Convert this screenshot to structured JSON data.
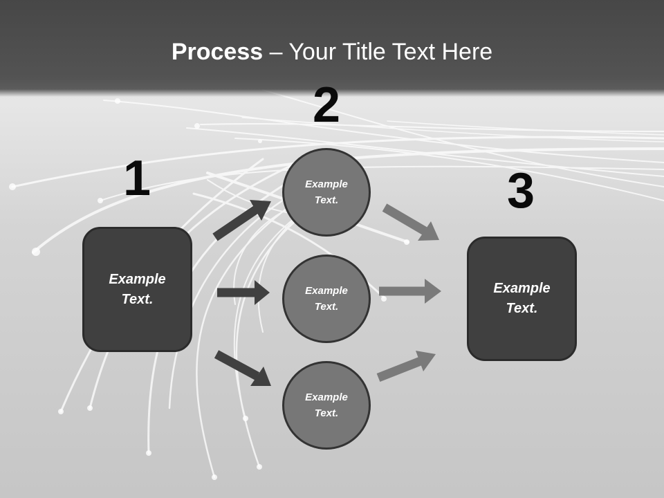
{
  "title": {
    "bold": "Process",
    "rest": " – Your Title Text Here"
  },
  "steps": {
    "one": {
      "number": "1",
      "label": "Example\nText."
    },
    "two": {
      "number": "2",
      "items": [
        {
          "label": "Example\nText."
        },
        {
          "label": "Example\nText."
        },
        {
          "label": "Example\nText."
        }
      ]
    },
    "three": {
      "number": "3",
      "label": "Example\nText."
    }
  },
  "colors": {
    "dark_box": "#404040",
    "circle": "#777777",
    "arrow_dark": "#404040",
    "arrow_light": "#7a7a7a"
  }
}
